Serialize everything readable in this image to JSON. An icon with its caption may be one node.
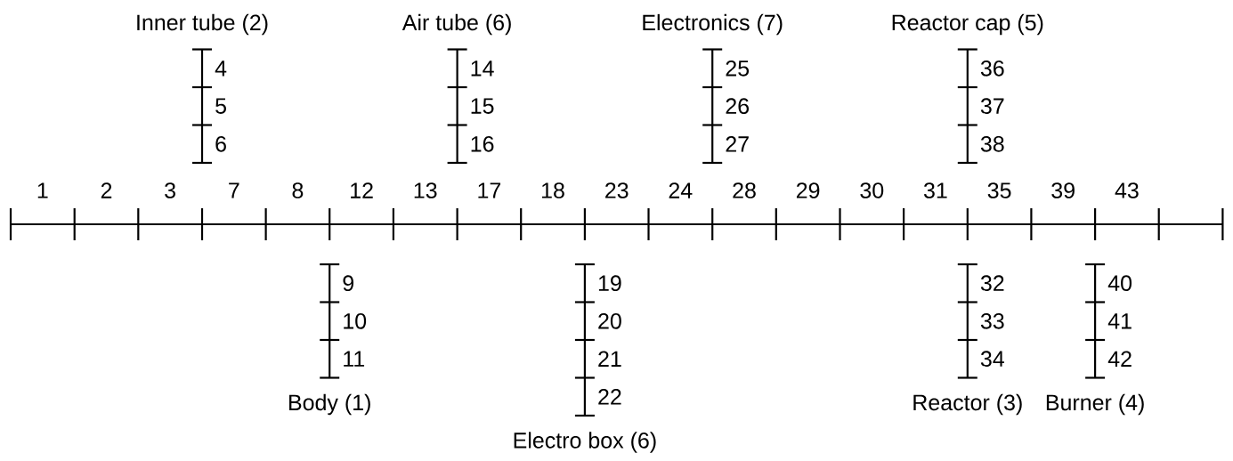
{
  "diagram": {
    "nodes": [
      {
        "text": [
          "Inner tube (2)"
        ],
        "beside": [
          "4",
          "5",
          "6"
        ]
      },
      {
        "text": [
          "Air tube (6)"
        ],
        "beside": [
          "14",
          "15",
          "16"
        ]
      },
      {
        "text": [
          "Electronics (7)"
        ],
        "beside": [
          "25",
          "26",
          "27"
        ]
      },
      {
        "text": [
          "Reactor cap (5)"
        ],
        "beside": [
          "36",
          "37",
          "38"
        ]
      },
      {
        "text": [
          "Body (1)"
        ],
        "beside": [
          "9",
          "10",
          "11"
        ]
      },
      {
        "text": [
          "Electro box (6)"
        ],
        "beside": [
          "19",
          "20",
          "21",
          "22"
        ]
      },
      {
        "text": [
          "Reactor (3)"
        ],
        "beside": [
          "32",
          "33",
          "34"
        ]
      },
      {
        "text": [
          "Burner (4)"
        ],
        "beside": [
          "40",
          "41",
          "42"
        ]
      }
    ],
    "labels": [
      "1",
      "2",
      "3",
      "7",
      "8",
      "12",
      "13",
      "17",
      "18",
      "23",
      "24",
      "28",
      "29",
      "30",
      "31",
      "35",
      "39",
      "43"
    ]
  }
}
